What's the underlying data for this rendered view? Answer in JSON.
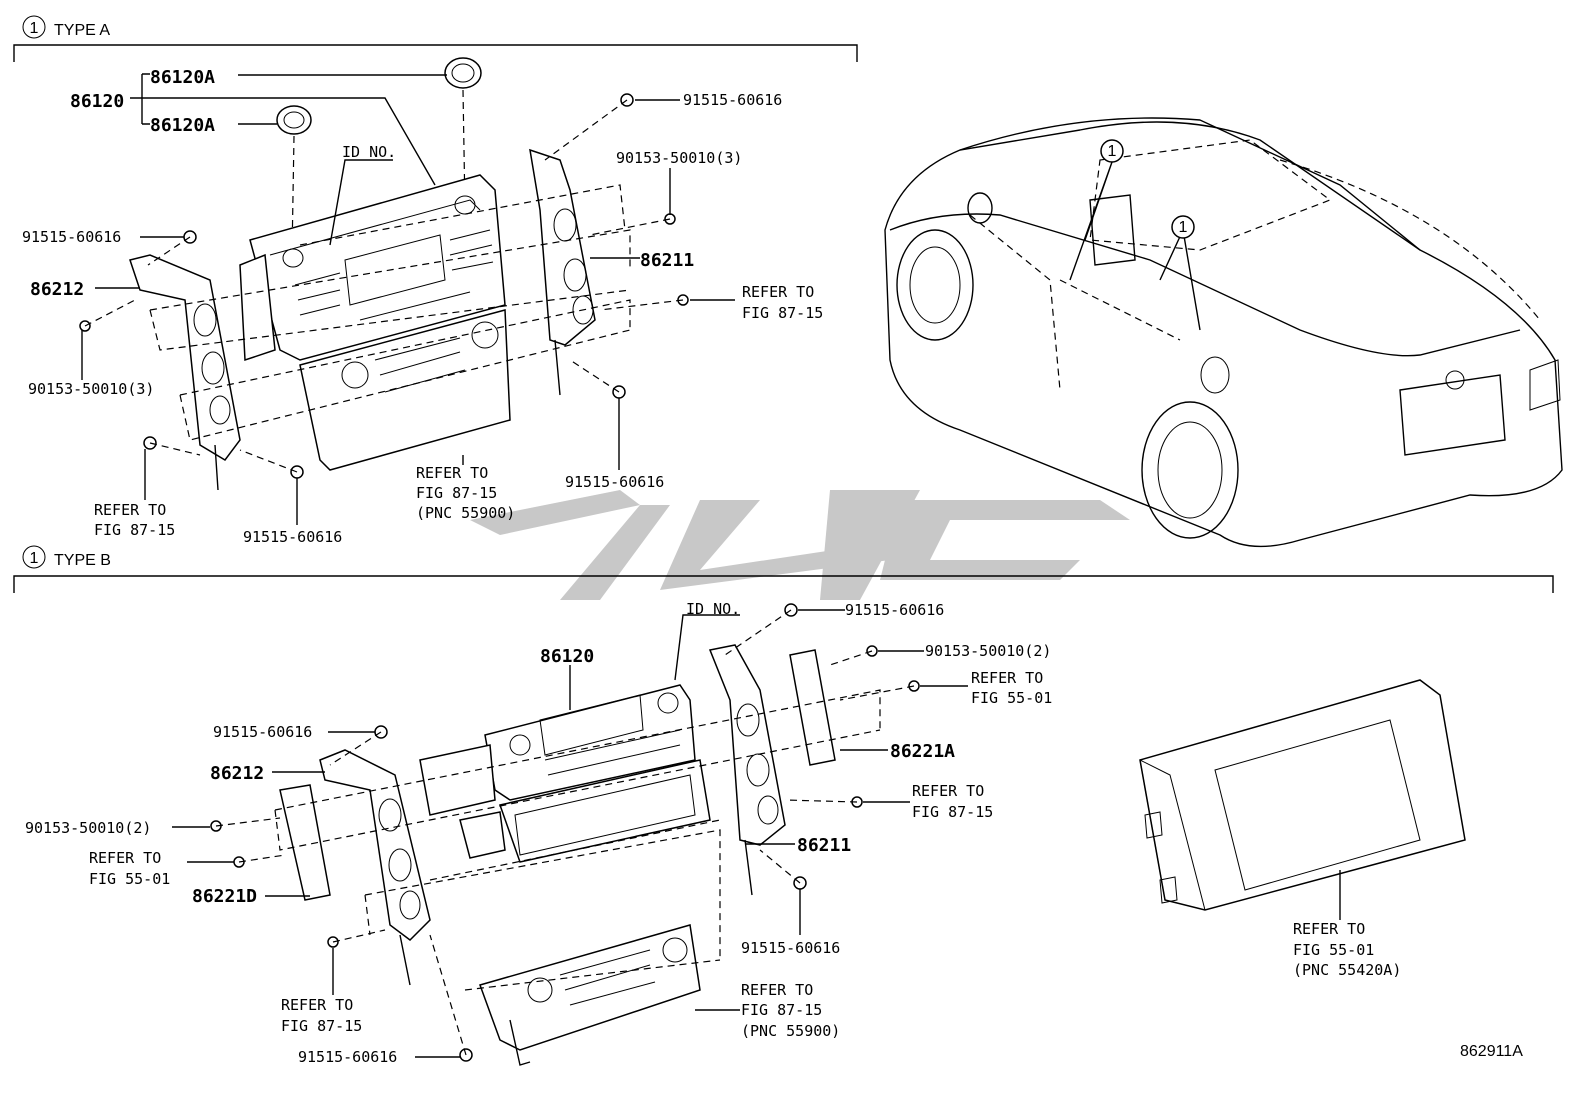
{
  "section_a": {
    "marker": "1",
    "title": "TYPE A"
  },
  "section_b": {
    "marker": "1",
    "title": "TYPE B"
  },
  "car_markers": [
    "1",
    "1"
  ],
  "labels_a": {
    "p86120": "86120",
    "p86120a_top": "86120A",
    "p86120a_bottom": "86120A",
    "id_no": "ID NO.",
    "bolt_top_right": "91515-60616",
    "screw_right": "90153-50010(3)",
    "bolt_left": "91515-60616",
    "p86212": "86212",
    "p86211": "86211",
    "refer_right_1": "REFER TO",
    "refer_right_2": "FIG 87-15",
    "screw_left": "90153-50010(3)",
    "bolt_mid_right": "91515-60616",
    "refer_left_1": "REFER TO",
    "refer_left_2": "FIG 87-15",
    "refer_center_1": "REFER TO",
    "refer_center_2": "FIG 87-15",
    "refer_center_3": "(PNC 55900)",
    "bolt_bottom": "91515-60616"
  },
  "labels_b": {
    "id_no": "ID NO.",
    "bolt_top": "91515-60616",
    "screw_top": "90153-50010(2)",
    "refer_fig55_1": "REFER TO",
    "refer_fig55_2": "FIG 55-01",
    "p86120": "86120",
    "bolt_left": "91515-60616",
    "p86221a": "86221A",
    "p86212": "86212",
    "refer_fig87_right_1": "REFER TO",
    "refer_fig87_right_2": "FIG 87-15",
    "screw_left": "90153-50010(2)",
    "p86211": "86211",
    "refer_fig55_left_1": "REFER TO",
    "refer_fig55_left_2": "FIG 55-01",
    "p86221d": "86221D",
    "bolt_right": "91515-60616",
    "refer_fig87_left_1": "REFER TO",
    "refer_fig87_left_2": "FIG 87-15",
    "refer_fig87_bottom_1": "REFER TO",
    "refer_fig87_bottom_2": "FIG 87-15",
    "refer_fig87_bottom_3": "(PNC 55900)",
    "bolt_bottom": "91515-60616",
    "refer_display_1": "REFER TO",
    "refer_display_2": "FIG 55-01",
    "refer_display_3": "(PNC 55420A)"
  },
  "figure_id": "862911A"
}
